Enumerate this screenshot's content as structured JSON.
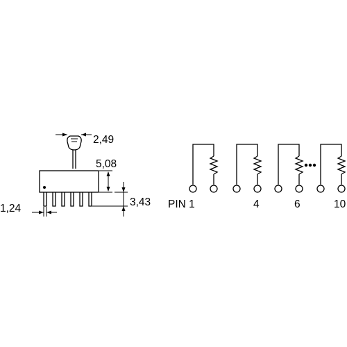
{
  "dimensions": {
    "lead_width": "2,49",
    "body_height": "5,08",
    "lead_length": "3,43",
    "pin_pitch": "1,24"
  },
  "schematic": {
    "pin_labels": [
      "PIN 1",
      "4",
      "6",
      "10"
    ]
  }
}
